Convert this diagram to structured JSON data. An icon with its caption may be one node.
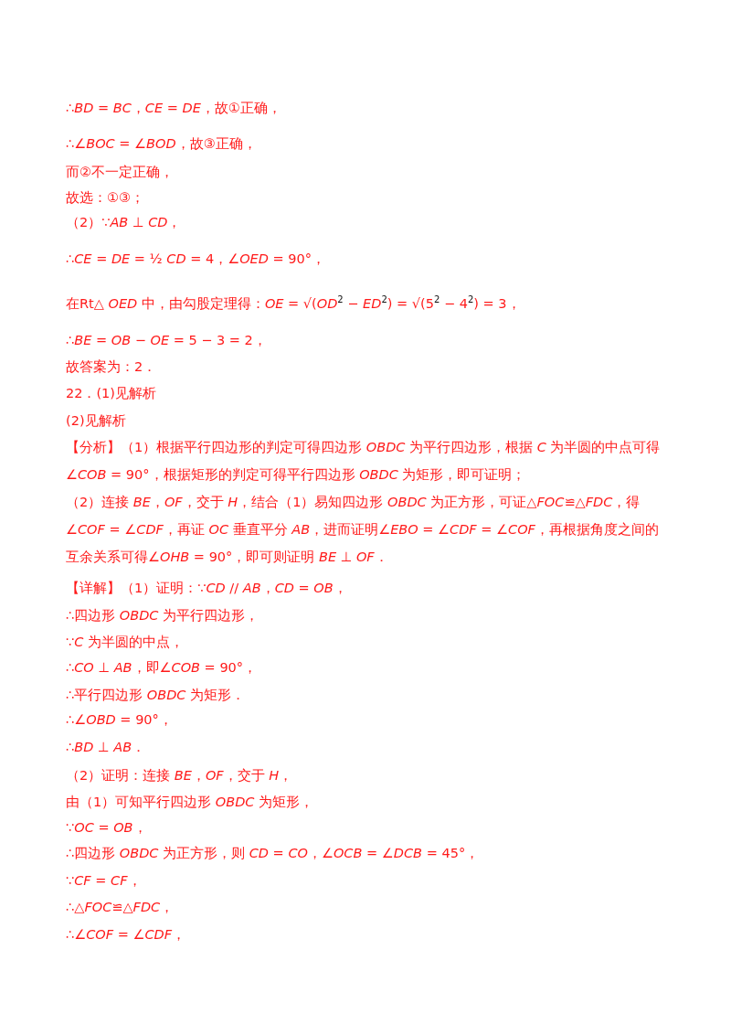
{
  "diagram": {
    "labels": [
      "∴*BD* = *BC*，*CE* = *DE*，故①正确，",
      "∴∠*BOC* = ∠*BOD*，故③正确，",
      "而②不一定正确，",
      "故选：①③；",
      "（2）∵*AB* ⊥ *CD*，",
      "∴*CE* = *DE* = ½ *CD* = 4，∠*OED* = 90°，",
      "在Rt△ *OED* 中，由勾股定理得：*OE* = √(*OD*$^{2}$ − *ED*$^{2}$) = √(5$^{2}$ − 4$^{2}$) = 3，",
      "∴*BE* = *OB* − *OE* = 5 − 3 = 2，",
      "故答案为：2．",
      "22．(1)见解析",
      "(2)见解析",
      "【分析】（1）根据平行四边形的判定可得四边形 *OBDC* 为平行四边形，根据 *C* 为半圆的中点可得∠*COB* = 90°，根据矩形的判定可得平行四边形 *OBDC* 为矩形，即可证明；",
      "（2）连接 *BE*，*OF*，交于 *H*，结合（1）易知四边形 *OBDC* 为正方形，可证△*FOC*≌△*FDC*，得∠*COF* = ∠*CDF*，再证 *OC* 垂直平分 *AB*，进而证明∠*EBO* = ∠*CDF* = ∠*COF*，再根据角度之间的互余关系可得∠*OHB* = 90°，即可则证明 *BE* ⊥ *OF*．",
      "【详解】（1）证明：∵*CD* // *AB*，*CD* = *OB*，",
      "∴四边形 *OBDC* 为平行四边形，",
      "∵*C* 为半圆的中点，",
      "∴*CO* ⊥ *AB*，即∠*COB* = 90°，",
      "∴平行四边形 *OBDC* 为矩形．",
      "∴∠*OBD* = 90°，",
      "∴*BD* ⊥ *AB*．",
      "（2）证明：连接 *BE*，*OF*，交于 *H*，",
      "由（1）可知平行四边形 *OBDC* 为矩形，",
      "∵*OC* = *OB*，",
      "∴四边形 *OBDC* 为正方形，则 *CD* = *CO*，∠*OCB* = ∠*DCB* = 45°，",
      "∵*CF* = *CF*，",
      "∴△*FOC*≌△*FDC*，",
      "∴∠*COF* = ∠*CDF*，"
    ]
  }
}
